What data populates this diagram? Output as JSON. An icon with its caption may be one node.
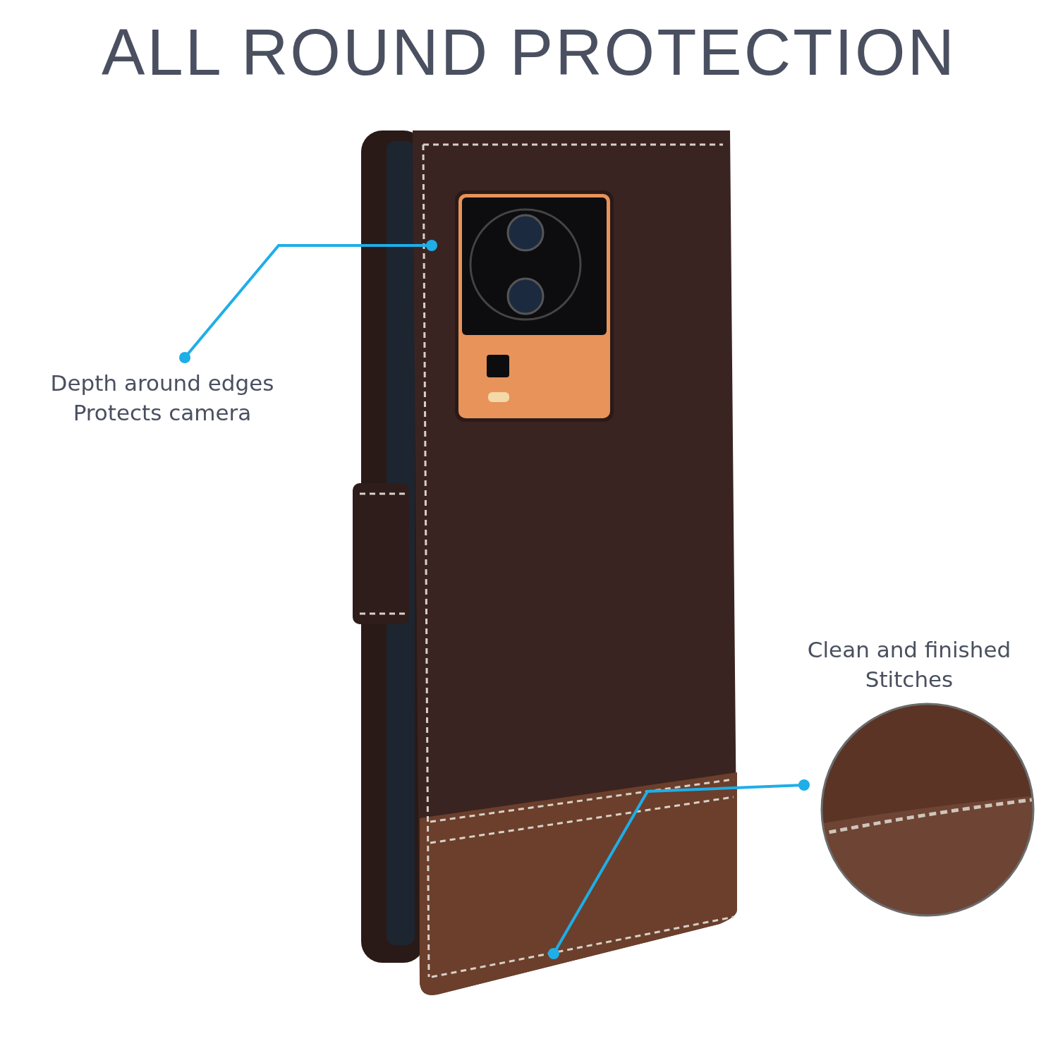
{
  "diagram": {
    "title": "ALL ROUND PROTECTION",
    "nodes": [
      {
        "text": [
          "Depth around edges Protects camera"
        ]
      },
      {
        "text": [],
        "shape": "picture"
      },
      {
        "text": [
          "Clean and finished Stitches"
        ]
      }
    ],
    "edges": [
      {
        "from": 0,
        "to": 1,
        "arrow": "other"
      },
      {
        "from": 2,
        "to": 1,
        "arrow": "other"
      }
    ]
  }
}
